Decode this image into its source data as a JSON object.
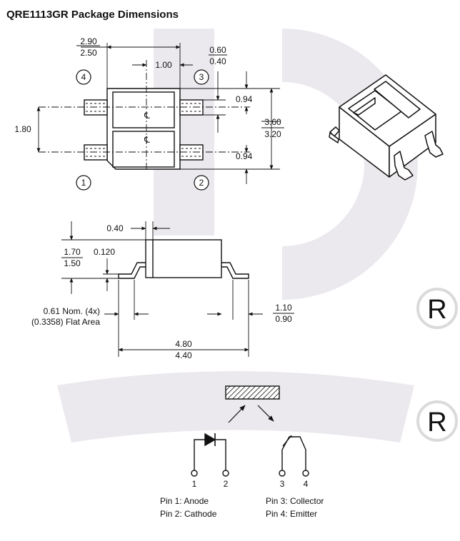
{
  "title": "QRE1113GR Package Dimensions",
  "top_view": {
    "width_max": "2.90",
    "width_min": "2.50",
    "lead_pitch": "1.00",
    "lead_width_max": "0.60",
    "lead_width_min": "0.40",
    "lead_spacing": "1.80",
    "upper_lead_offset": "0.94",
    "lower_lead_offset": "0.94",
    "length_max": "3.60",
    "length_min": "3.20",
    "centerline_mark": "℄",
    "pin_numbers": [
      "4",
      "3",
      "1",
      "2"
    ]
  },
  "side_view": {
    "body_offset": "0.40",
    "height_max": "1.70",
    "height_min": "1.50",
    "lead_thickness": "0.120",
    "flat_area_line1": "0.61 Nom. (4x)",
    "flat_area_line2": "(0.3358) Flat Area",
    "foot_max": "1.10",
    "foot_min": "0.90",
    "overall_max": "4.80",
    "overall_min": "4.40"
  },
  "schematic": {
    "pin_numbers": [
      "1",
      "2",
      "3",
      "4"
    ],
    "legend_left": [
      "Pin 1: Anode",
      "Pin 2: Cathode"
    ],
    "legend_right": [
      "Pin 3: Collector",
      "Pin 4: Emitter"
    ]
  },
  "watermark_mark": "®",
  "colors": {
    "ink": "#111111",
    "watermark": "#e8e5ea",
    "watermark_r": "#d9d9d9"
  }
}
